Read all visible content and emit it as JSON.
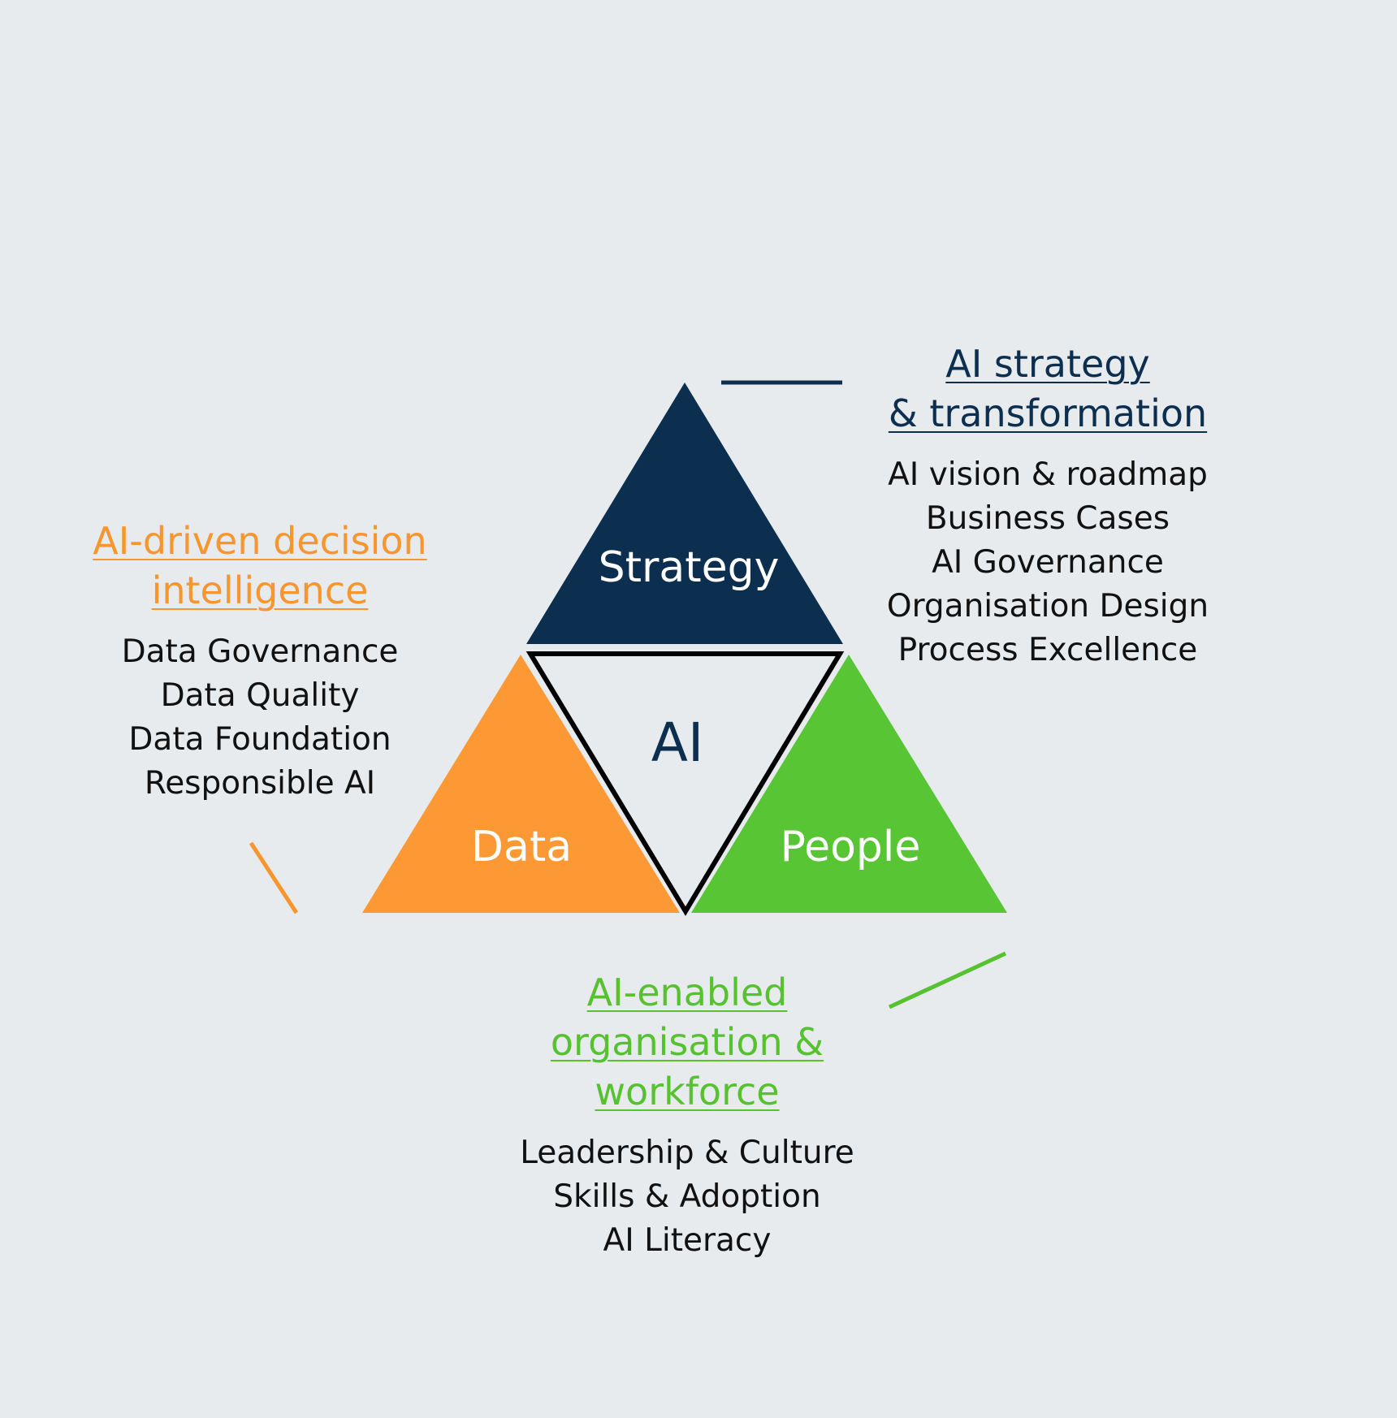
{
  "colors": {
    "background": "#e7ebee",
    "strategy": "#0d2f4f",
    "data": "#fd9934",
    "people": "#58c535",
    "center_outline": "#000000",
    "data_heading": "#f7962f",
    "people_heading": "#56c22f"
  },
  "triangles": {
    "strategy": "Strategy",
    "data": "Data",
    "people": "People",
    "center": "AI"
  },
  "strategy_block": {
    "heading_lines": [
      "AI strategy",
      "& transformation"
    ],
    "items": [
      "AI vision & roadmap",
      "Business Cases",
      "AI Governance",
      "Organisation Design",
      "Process Excellence"
    ]
  },
  "data_block": {
    "heading_lines": [
      "AI-driven decision",
      "intelligence"
    ],
    "items": [
      "Data Governance",
      "Data Quality",
      "Data Foundation",
      "Responsible AI"
    ]
  },
  "people_block": {
    "heading_lines": [
      "AI-enabled",
      "organisation &",
      "workforce"
    ],
    "items": [
      "Leadership & Culture",
      "Skills & Adoption",
      "AI Literacy"
    ]
  }
}
